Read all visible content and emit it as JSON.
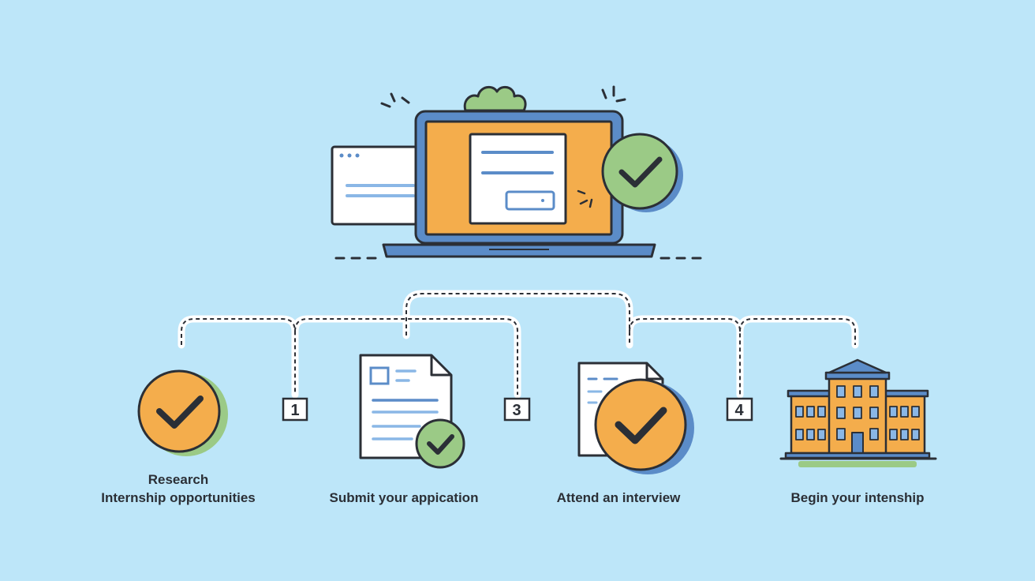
{
  "colors": {
    "background": "#bde6f9",
    "outline": "#2b2f36",
    "orange": "#f4ad4c",
    "green": "#9bca86",
    "blue": "#5b8cc8",
    "light_blue": "#8ab7e6",
    "white": "#ffffff"
  },
  "markers": [
    {
      "id": "marker-1",
      "text": "1"
    },
    {
      "id": "marker-3",
      "text": "3"
    },
    {
      "id": "marker-4",
      "text": "4"
    }
  ],
  "steps": [
    {
      "icon": "check-circle-icon",
      "label_lines": [
        "Research",
        "Internship opportunities"
      ]
    },
    {
      "icon": "document-check-icon",
      "label_lines": [
        "Submit your appication"
      ]
    },
    {
      "icon": "interview-check-icon",
      "label_lines": [
        "Attend an interview"
      ]
    },
    {
      "icon": "building-icon",
      "label_lines": [
        "Begin your intenship"
      ]
    }
  ]
}
